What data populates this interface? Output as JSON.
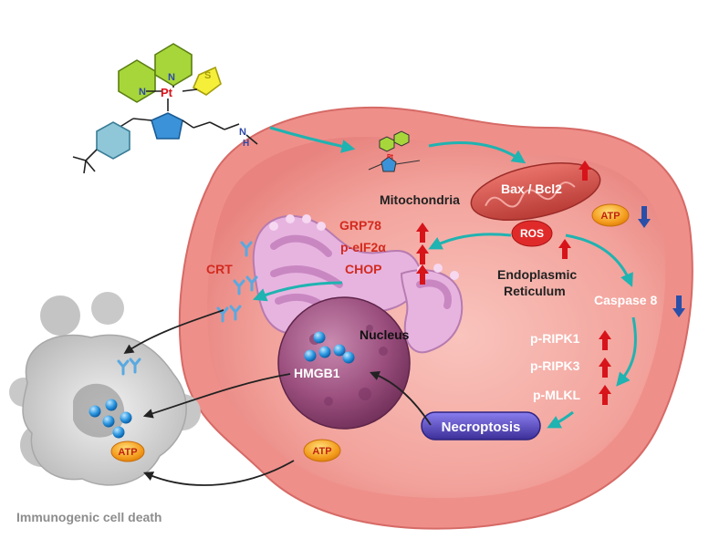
{
  "figure": {
    "compound": {
      "pt_symbol": "Pt",
      "n_symbol": "N",
      "s_symbol": "S",
      "nh_n": "N",
      "nh_h": "H"
    },
    "mini_compound_pt": "Pt",
    "labels": {
      "mitochondria": "Mitochondria",
      "bax_bcl2": "Bax / Bcl2",
      "ros": "ROS",
      "atp_top": "ATP",
      "grp78": "GRP78",
      "peif2a": "p-eIF2α",
      "chop": "CHOP",
      "crt": "CRT",
      "er_line1": "Endoplasmic",
      "er_line2": "Reticulum",
      "caspase8": "Caspase 8",
      "nucleus": "Nucleus",
      "hmgb1": "HMGB1",
      "pripk1": "p-RIPK1",
      "pripk3": "p-RIPK3",
      "pmlkl": "p-MLKL",
      "necroptosis": "Necroptosis",
      "atp_bottom": "ATP",
      "atp_dying": "ATP",
      "immunogenic": "Immunogenic cell death"
    },
    "colors": {
      "cell_fill": "#f29a9a",
      "cell_inner": "#f7b5b0",
      "label_red": "#d32a1f",
      "arrow_teal": "#1fb3b1",
      "up_arrow": "#d7141a",
      "down_arrow": "#2a4fa8",
      "atp_orange": "#f39a1b",
      "necroptosis_purple": "#5c4fb8",
      "nucleus": "#9b4f7e"
    }
  }
}
